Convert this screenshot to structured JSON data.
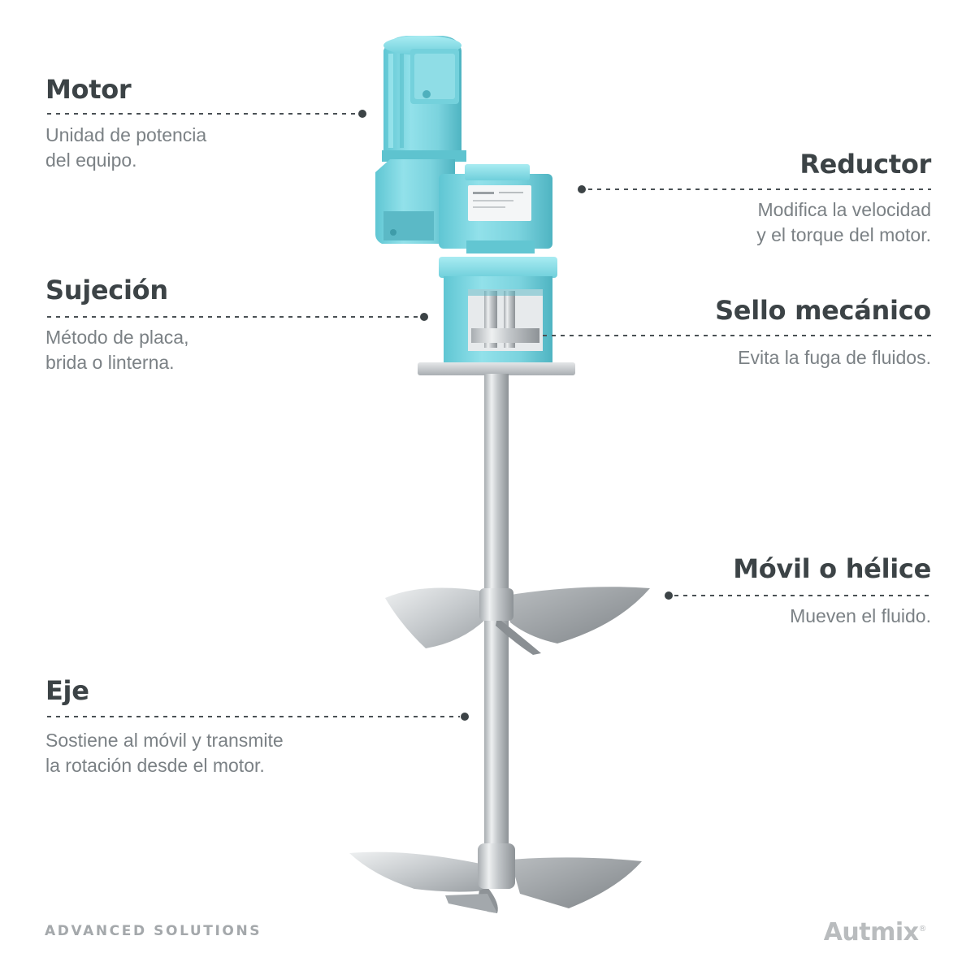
{
  "labels": {
    "motor": {
      "title": "Motor",
      "desc": [
        "Unidad de potencia",
        "del equipo."
      ]
    },
    "reductor": {
      "title": "Reductor",
      "desc": [
        "Modifica la velocidad",
        "y el torque del motor."
      ]
    },
    "sujecion": {
      "title": "Sujeción",
      "desc": [
        "Método de placa,",
        "brida o linterna."
      ]
    },
    "sello": {
      "title": "Sello mecánico",
      "desc": [
        "Evita la fuga de fluidos."
      ]
    },
    "movil": {
      "title": "Móvil o hélice",
      "desc": [
        "Mueven el fluido."
      ]
    },
    "eje": {
      "title": "Eje",
      "desc": [
        "Sostiene al móvil y transmite",
        "la rotación desde el motor."
      ]
    }
  },
  "footer": {
    "tagline": "ADVANCED SOLUTIONS",
    "brand": "Autmix",
    "brand_mark": "®"
  },
  "colors": {
    "heading": "#3c4346",
    "body_text": "#7b8185",
    "leader_line": "#4a5155",
    "motor_body": "#7fd8e2",
    "steel": "#c9cdd0"
  }
}
